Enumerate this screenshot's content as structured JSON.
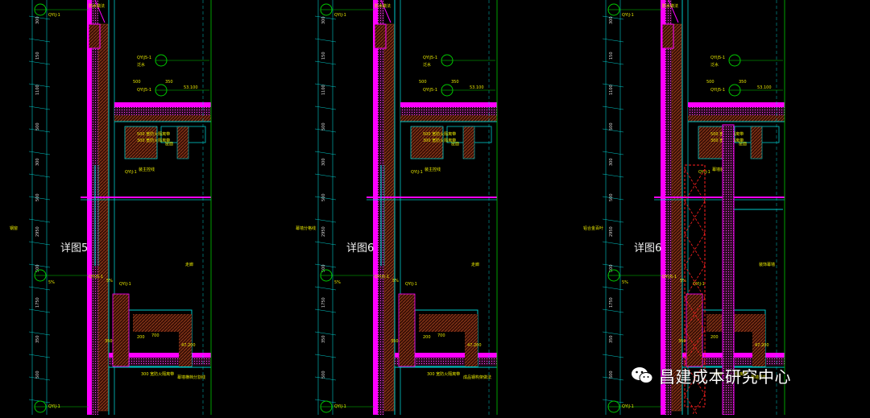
{
  "panels": [
    {
      "labels": [
        "QYIJ-1",
        "防水做法",
        "QYIJ5-1",
        "泛水",
        "QYIJ5-1",
        "5%",
        "QYIJ5-1",
        "QYIJ-1",
        "QYIJ-1"
      ],
      "small_texts": [
        "500",
        "350",
        "53.100",
        "500 宽防火隔离带",
        "300 宽防火隔离带",
        "装主控线",
        "屋面",
        "5%",
        "QYIJ-1",
        "200",
        "350",
        "700",
        "47.200",
        "300 宽防火隔离带",
        "幕墙横档分割线",
        "走廊",
        "钢窗"
      ],
      "detail_label": "详图5"
    },
    {
      "labels": [
        "QYIJ-1",
        "防水做法",
        "QYIJ5-1",
        "泛水",
        "QYIJ5-1",
        "5%",
        "QYIJ5-1",
        "QYIJ-1",
        "QYIJ-1"
      ],
      "small_texts": [
        "500",
        "350",
        "53.100",
        "500 宽防火隔离带",
        "300 宽防火隔离带",
        "装主控线",
        "屋面",
        "5%",
        "QYIJ-1",
        "200",
        "350",
        "700",
        "47.200",
        "300 宽防火隔离带",
        "成品钢构架做法",
        "走廊",
        "幕墙分格线"
      ],
      "detail_label": "详图6"
    },
    {
      "labels": [
        "QYIJ-1",
        "防水做法",
        "QYIJ5-1",
        "泛水",
        "QYIJ5-1",
        "5%",
        "QYIJ5-1",
        "QYIJ-1",
        "QYIJ-1"
      ],
      "small_texts": [
        "500",
        "350",
        "53.100",
        "500 宽防火隔离带",
        "300 宽防火隔离带",
        "幕墙装饰线",
        "屋面",
        "5%",
        "QYIJ-1",
        "200",
        "350",
        "700",
        "47.200",
        "300 宽防火隔离带",
        "幕墙竖框",
        "装饰幕墙",
        "铝合金百叶"
      ],
      "detail_label": "详图6"
    }
  ],
  "watermark": {
    "text": "昌建成本研究中心",
    "icon": "wechat-icon"
  },
  "colors": {
    "background": "#000000",
    "wall_magenta": "#ff00ff",
    "line_cyan": "#00c8c8",
    "text_yellow": "#e8e800",
    "line_green": "#00c800",
    "hatch_brown": "#8a3a1a",
    "red_dashed": "#ff2020"
  }
}
